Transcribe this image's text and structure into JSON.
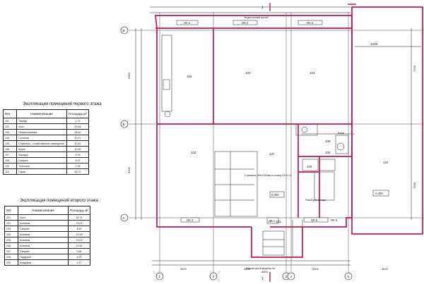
{
  "first_floor": {
    "title": "Экспликация помещений первого этажа",
    "headers": {
      "nn": "NN",
      "name": "Наименование",
      "area": "Площадь м²"
    },
    "rows": [
      {
        "n": "101",
        "name": "Тамбур",
        "area": "1,72"
      },
      {
        "n": "102",
        "name": "Холл",
        "area": "20,54"
      },
      {
        "n": "103",
        "name": "Общая комната",
        "area": "26,40"
      },
      {
        "n": "104",
        "name": "Гостиная",
        "area": "20,37"
      },
      {
        "n": "105",
        "name": "Служебно - хозяйственное помещение",
        "area": "20,40"
      },
      {
        "n": "106",
        "name": "Кухня",
        "area": "19,60"
      },
      {
        "n": "107",
        "name": "Коридор",
        "area": "3,75"
      },
      {
        "n": "108",
        "name": "Санузел",
        "area": "5,97"
      },
      {
        "n": "109",
        "name": "Топочная",
        "area": "7,05"
      },
      {
        "n": "110",
        "name": "Гараж",
        "area": "49,70"
      }
    ]
  },
  "second_floor": {
    "title": "Экспликация помещений второго этажа",
    "headers": {
      "nn": "NN",
      "name": "Наименование",
      "area": "Площадь м²"
    },
    "rows": [
      {
        "n": "201",
        "name": "Холл",
        "area": "16,74"
      },
      {
        "n": "202",
        "name": "Комната",
        "area": "23,01"
      },
      {
        "n": "203",
        "name": "Санузел",
        "area": "4,80"
      },
      {
        "n": "204",
        "name": "Комната",
        "area": "12,50"
      },
      {
        "n": "205",
        "name": "Комната",
        "area": "23,01"
      },
      {
        "n": "206",
        "name": "Комната",
        "area": "22,62"
      },
      {
        "n": "207",
        "name": "Санузел",
        "area": "5,86"
      },
      {
        "n": "208",
        "name": "Гардероб",
        "area": "6,20"
      },
      {
        "n": "209",
        "name": "Кладовая",
        "area": "3,17"
      }
    ]
  },
  "plan": {
    "axis_letters": [
      "В",
      "Б",
      "А"
    ],
    "axis_numbers": [
      "1",
      "2",
      "3",
      "4",
      "5"
    ],
    "room_numbers": [
      "101",
      "102",
      "103",
      "104",
      "105",
      "106",
      "107",
      "108",
      "109",
      "110"
    ],
    "section_mark": "1",
    "level_mark": "0,000",
    "garage_level": "-0,450",
    "overall_width": "4800",
    "garage_dim": "4200",
    "left_dims": [
      "6000",
      "6000"
    ],
    "right_dims": [
      "7200",
      "7200"
    ],
    "bottom_dims": [
      "3600",
      "4800",
      "3000",
      "3600"
    ],
    "top_note": "Водосточный желоб",
    "stair_note": "Стремянка 1500х2300мм по эскизу 100 А 14",
    "ramp_note": "Рампа для въезда",
    "crawl_note": "Разрезы для выведения газ",
    "bath_tag": "Ванна",
    "window_tags": [
      "ОК 1",
      "ОК 2",
      "ОК 3",
      "ОК 4",
      "ОК 5",
      "ОК 6",
      "ДВ 1"
    ]
  },
  "colors": {
    "wall": "#c01a4a",
    "line": "#1a1a1a"
  }
}
